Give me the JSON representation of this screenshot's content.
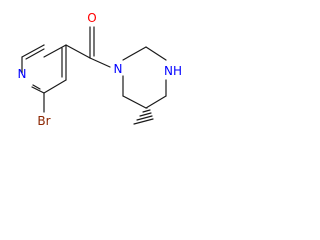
{
  "molecule": {
    "atoms": {
      "oxygen": "O",
      "bromine": "Br",
      "pyridine_nitrogen": "N",
      "amide_nitrogen": "N",
      "amine_nitrogen": "NH"
    },
    "colors": {
      "bond": "#1a1a1a",
      "oxygen": "#ff0000",
      "nitrogen": "#0000ff",
      "bromine": "#8b2500"
    }
  }
}
